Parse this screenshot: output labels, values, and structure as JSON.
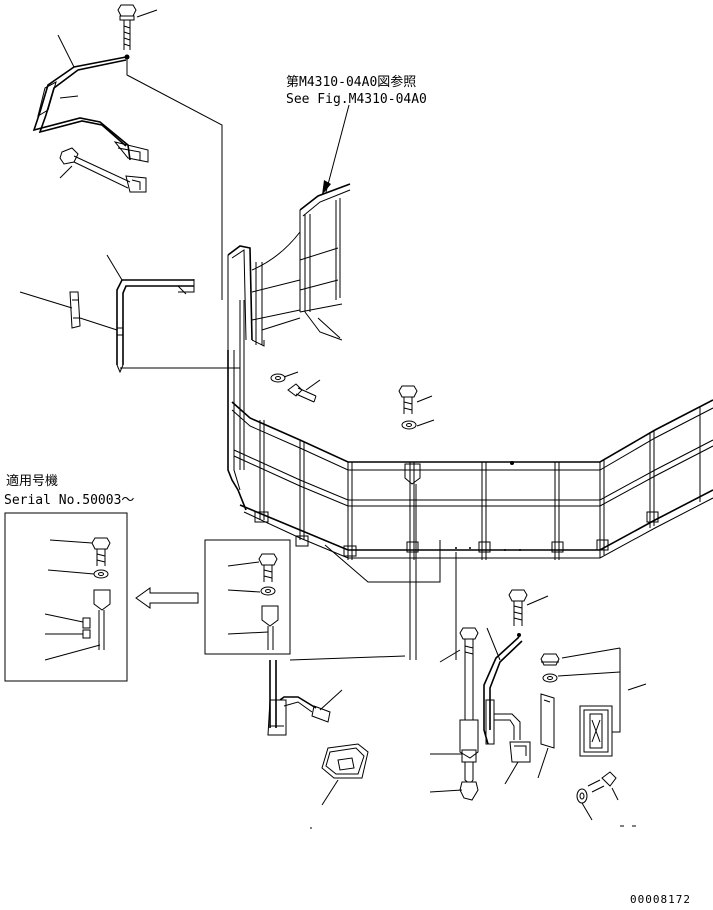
{
  "reference": {
    "line_jp": "第M4310-04A0図参照",
    "line_en": "See Fig.M4310-04A0"
  },
  "applicability": {
    "line_jp": "適用号機",
    "line_en": "Serial No.50003～"
  },
  "drawing_number": "00008172"
}
